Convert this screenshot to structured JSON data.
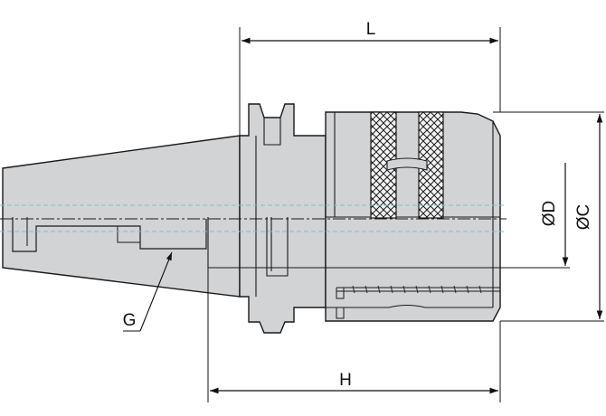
{
  "colors": {
    "body_fill": "#d2d3d5",
    "outline": "#1a1a1a",
    "centerline": "#6ec6dc",
    "dimension": "#111111",
    "knurl_fill": "#f4f4f4"
  },
  "labels": {
    "L": "L",
    "H": "H",
    "D": "ØD",
    "C": "ØC",
    "G": "G"
  }
}
